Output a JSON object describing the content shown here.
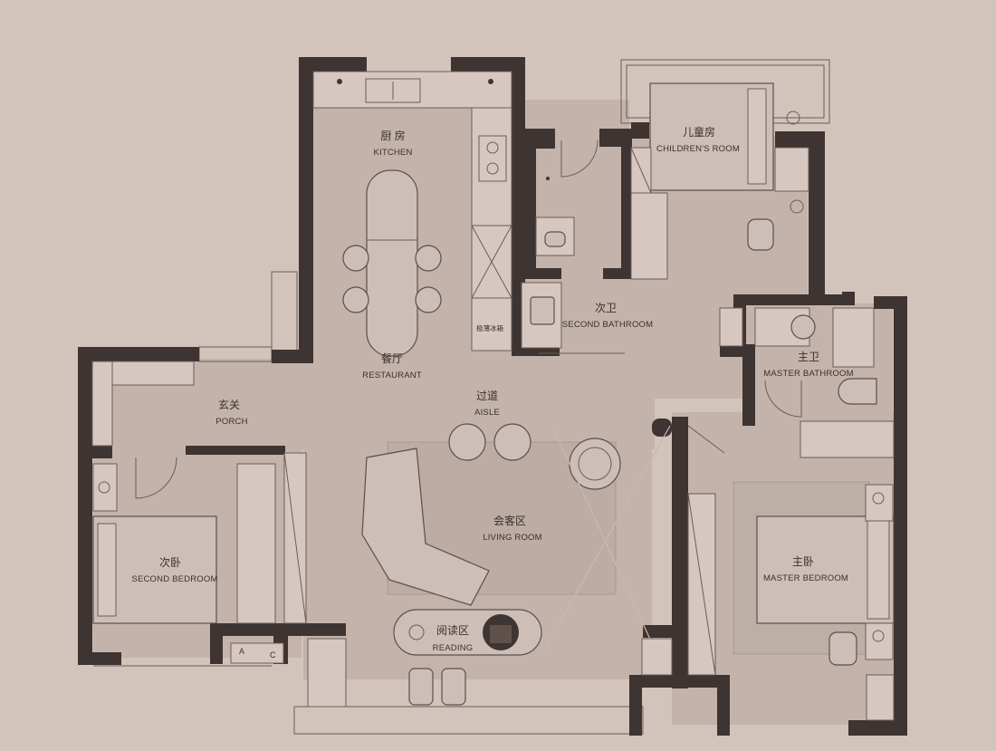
{
  "rooms": {
    "kitchen": {
      "cn": "厨 房",
      "en": "KITCHEN"
    },
    "restaurant": {
      "cn": "餐厅",
      "en": "RESTAURANT"
    },
    "porch": {
      "cn": "玄关",
      "en": "PORCH"
    },
    "aisle": {
      "cn": "过道",
      "en": "AISLE"
    },
    "living": {
      "cn": "会客区",
      "en": "LIVING ROOM"
    },
    "second_bedroom": {
      "cn": "次卧",
      "en": "SECOND BEDROOM"
    },
    "reading": {
      "cn": "阅读区",
      "en": "READING"
    },
    "second_bathroom": {
      "cn": "次卫",
      "en": "SECOND BATHROOM"
    },
    "children": {
      "cn": "儿童房",
      "en": "CHILDREN'S ROOM"
    },
    "master_bathroom": {
      "cn": "主卫",
      "en": "MASTER BATHROOM"
    },
    "master_bedroom": {
      "cn": "主卧",
      "en": "MASTER BEDROOM"
    }
  },
  "fixtures": {
    "fridge_label": "极薄冰箱",
    "ac_label_a": "A",
    "ac_label_c": "C"
  },
  "colors": {
    "background": "#d3c4bb",
    "floor": "#c3b3aa",
    "wall": "#3e3431"
  }
}
